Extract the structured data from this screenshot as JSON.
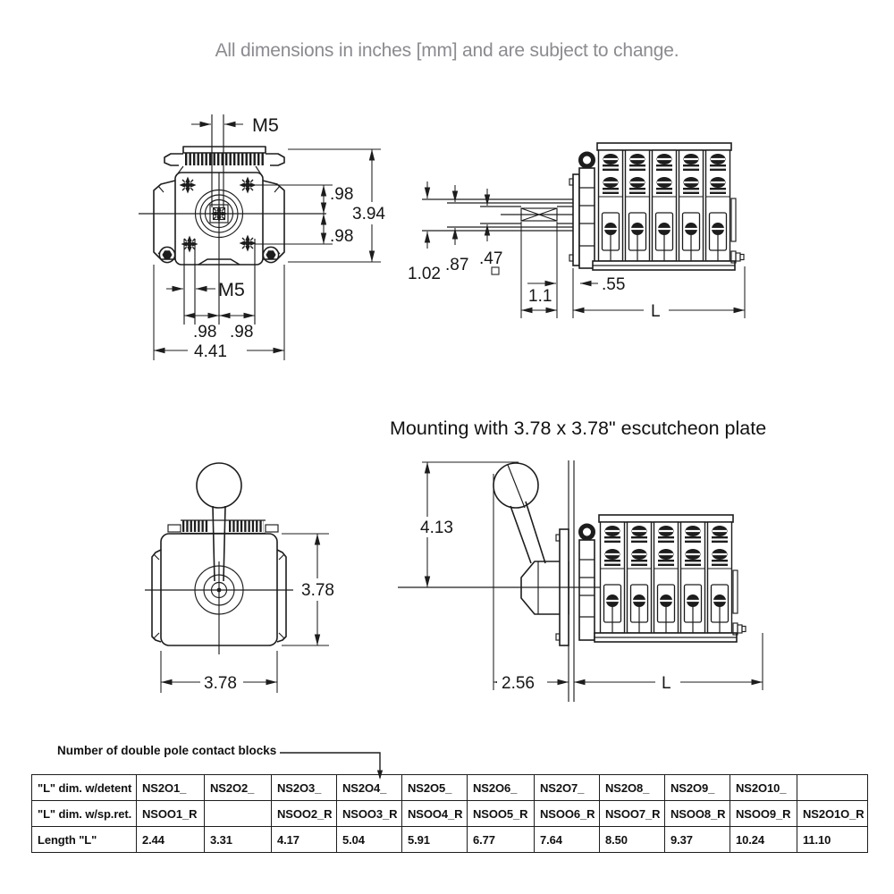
{
  "page": {
    "note": "All dimensions in inches [mm] and are subject to change.",
    "section_title": "Mounting with 3.78 x 3.78\" escutcheon plate",
    "line_color": "#1d1d1d",
    "note_color": "#8b8b90"
  },
  "front_view": {
    "m5_top": "M5",
    "d98_upper": ".98",
    "d394": "3.94",
    "d98_lower": ".98",
    "m5_bottom": "M5",
    "d98_bottom_left": ".98",
    "d98_bottom_right": ".98",
    "d441": "4.41"
  },
  "side_view": {
    "d102": "1.02",
    "d87": ".87",
    "d47": ".47",
    "d11": "1.1",
    "d55": ".55",
    "dL": "L"
  },
  "handle_front_view": {
    "d378_vertical": "3.78",
    "d378_horizontal": "3.78"
  },
  "handle_side_view": {
    "d413": "4.13",
    "d256": "2.56",
    "dL": "L"
  },
  "table": {
    "caption": "Number of double pole contact blocks",
    "rows": [
      {
        "label": "\"L\" dim. w/detent",
        "cells": [
          "NS2O1_",
          "NS2O2_",
          "NS2O3_",
          "NS2O4_",
          "NS2O5_",
          "NS2O6_",
          "NS2O7_",
          "NS2O8_",
          "NS2O9_",
          "NS2O10_",
          ""
        ]
      },
      {
        "label": "\"L\" dim. w/sp.ret.",
        "cells": [
          "NSOO1_R",
          "",
          "NSOO2_R",
          "NSOO3_R",
          "NSOO4_R",
          "NSOO5_R",
          "NSOO6_R",
          "NSOO7_R",
          "NSOO8_R",
          "NSOO9_R",
          "NS2O1O_R"
        ]
      },
      {
        "label": "Length \"L\"",
        "cells": [
          "2.44",
          "3.31",
          "4.17",
          "5.04",
          "5.91",
          "6.77",
          "7.64",
          "8.50",
          "9.37",
          "10.24",
          "11.10"
        ]
      }
    ]
  }
}
